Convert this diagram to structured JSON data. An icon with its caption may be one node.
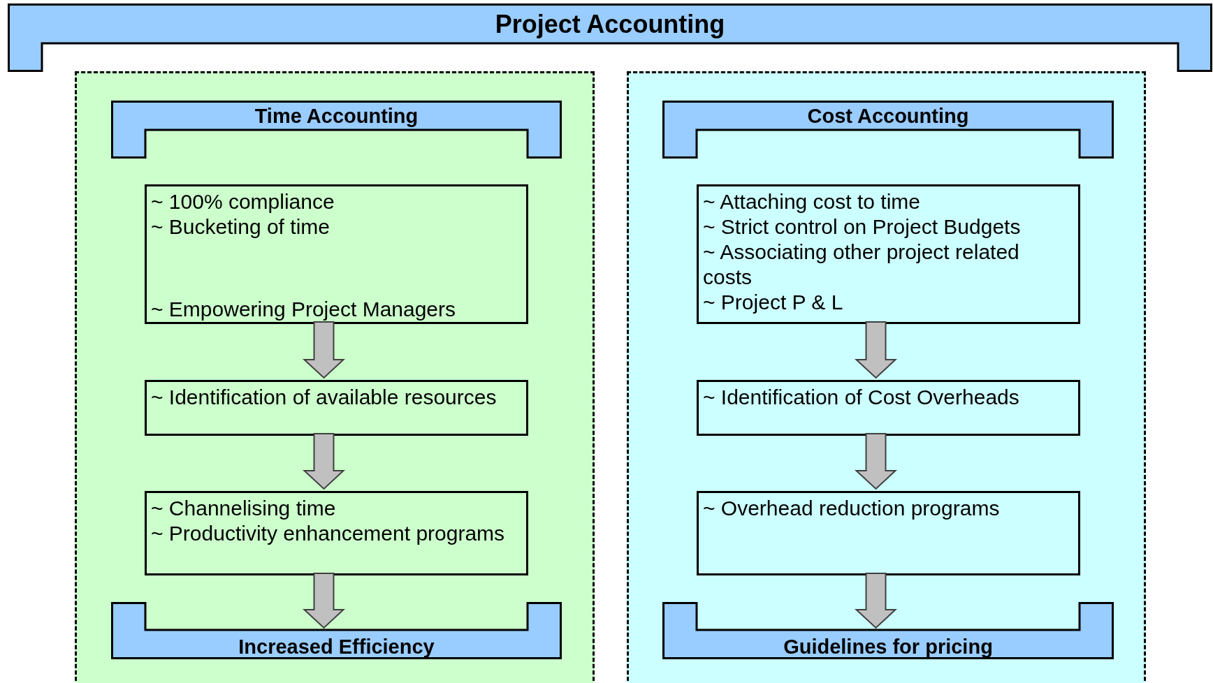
{
  "diagram": {
    "nodes": [
      {
        "text": [
          "Project Accounting"
        ]
      },
      {
        "text": [],
        "shape": "box"
      },
      {
        "text": [
          "Time Accounting"
        ],
        "in": 1
      },
      {
        "text": [
          "~ 100% compliance",
          "~ Bucketing of time",
          "~ Empowering Project Managers"
        ],
        "in": 1
      },
      {
        "text": [
          "~ Identification of available resources"
        ],
        "in": 1
      },
      {
        "text": [
          "~ Channelising  time",
          "~ Productivity enhancement programs"
        ],
        "in": 1
      },
      {
        "text": [
          "Increased Efficiency"
        ],
        "in": 1
      },
      {
        "text": [],
        "shape": "box"
      },
      {
        "text": [
          "Cost Accounting"
        ],
        "in": 7
      },
      {
        "text": [
          "~ Attaching cost to time",
          "~ Strict control on Project Budgets",
          "~ Associating other project related costs",
          "~ Project P & L"
        ],
        "in": 7
      },
      {
        "text": [
          "~ Identification of Cost Overheads"
        ],
        "in": 7
      },
      {
        "text": [
          "~ Overhead reduction programs"
        ],
        "in": 7
      },
      {
        "text": [
          "Guidelines for pricing"
        ],
        "in": 7
      }
    ],
    "edges": [
      {
        "from": 3,
        "to": 4,
        "arrow": "to",
        "style": "thick"
      },
      {
        "from": 4,
        "to": 5,
        "arrow": "to",
        "style": "thick"
      },
      {
        "from": 5,
        "to": 6,
        "arrow": "to",
        "style": "thick"
      },
      {
        "from": 9,
        "to": 10,
        "arrow": "to",
        "style": "thick"
      },
      {
        "from": 10,
        "to": 11,
        "arrow": "to",
        "style": "thick"
      },
      {
        "from": 11,
        "to": 12,
        "arrow": "to",
        "style": "thick"
      }
    ]
  }
}
